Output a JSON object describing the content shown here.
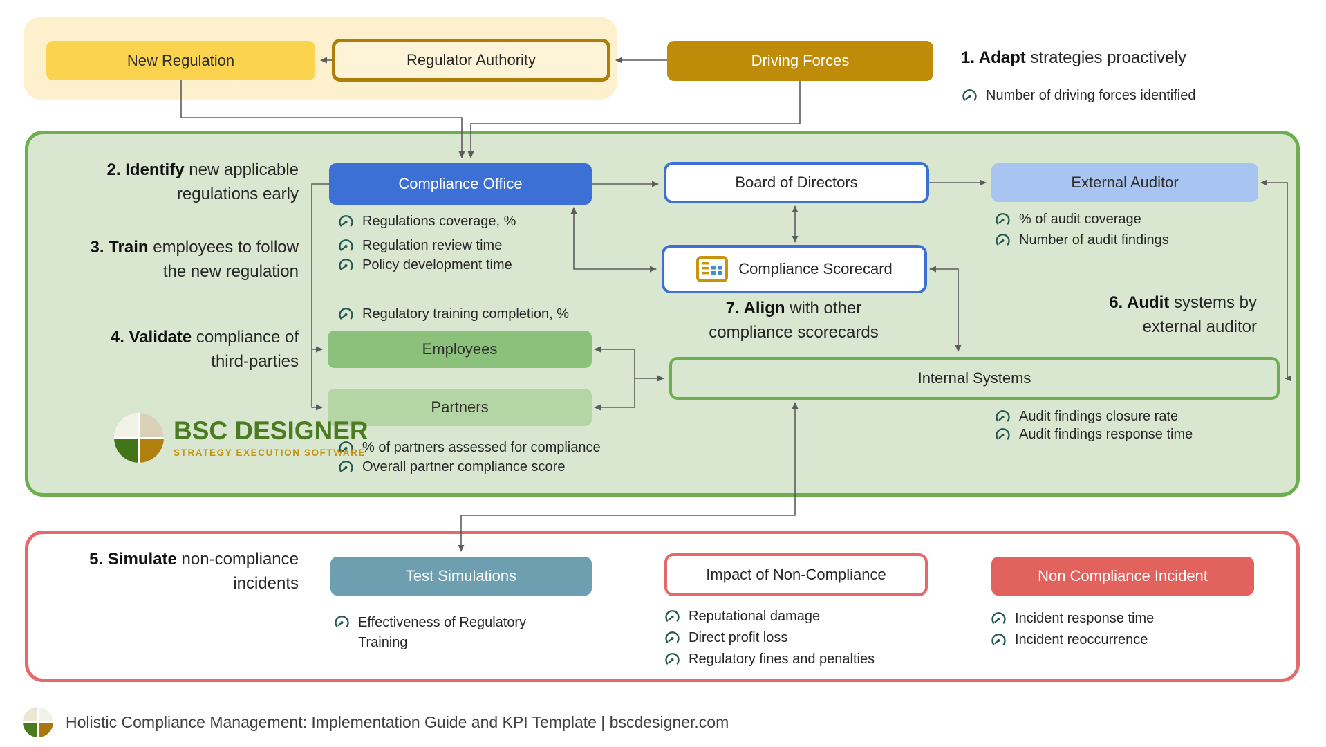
{
  "nodes": {
    "new_regulation": "New Regulation",
    "regulator_authority": "Regulator Authority",
    "driving_forces": "Driving Forces",
    "compliance_office": "Compliance Office",
    "board_of_directors": "Board of Directors",
    "external_auditor": "External Auditor",
    "compliance_scorecard": "Compliance Scorecard",
    "employees": "Employees",
    "partners": "Partners",
    "internal_systems": "Internal Systems",
    "test_simulations": "Test Simulations",
    "impact_of_non_compliance": "Impact of Non-Compliance",
    "non_compliance_incident": "Non Compliance Incident"
  },
  "steps": {
    "s1": {
      "b": "1. Adapt",
      "r": " strategies proactively"
    },
    "s2": {
      "b": "2. Identify",
      "r": " new applicable",
      "l2": "regulations early"
    },
    "s3": {
      "b": "3. Train",
      "r": " employees to follow",
      "l2": "the new regulation"
    },
    "s4": {
      "b": "4. Validate",
      "r": " compliance of",
      "l2": "third-parties"
    },
    "s5": {
      "b": "5. Simulate",
      "r": " non-compliance",
      "l2": "incidents"
    },
    "s6": {
      "b": "6. Audit",
      "r": " systems by",
      "l2": "external auditor"
    },
    "s7": {
      "b": "7. Align",
      "r": " with other",
      "l2": "compliance scorecards"
    }
  },
  "kpis": {
    "driving_forces": [
      "Number of driving forces identified"
    ],
    "compliance_office": [
      "Regulations coverage, %",
      "Regulation review time",
      "Policy development time"
    ],
    "training": "Regulatory training completion, %",
    "external_auditor": [
      "% of audit coverage",
      "Number of audit findings"
    ],
    "partners": [
      "% of partners assessed for compliance",
      "Overall partner compliance score"
    ],
    "internal_systems": [
      "Audit findings closure rate",
      "Audit findings response time"
    ],
    "test_simulations": [
      "Effectiveness of Regulatory Training"
    ],
    "impact": [
      "Reputational damage",
      "Direct profit loss",
      "Regulatory fines and penalties"
    ],
    "incident": [
      "Incident response time",
      "Incident reoccurrence"
    ]
  },
  "logo": {
    "title": "BSC DESIGNER",
    "subtitle": "STRATEGY EXECUTION SOFTWARE"
  },
  "footer": {
    "text": "Holistic Compliance Management: Implementation Guide and KPI Template | bscdesigner.com"
  },
  "colors": {
    "gold_dark": "#bf8c0a",
    "gold_border": "#ad7e08",
    "gold_light": "#fbd34f",
    "cream": "#fdf0cd",
    "blue": "#3c70d4",
    "blue_light": "#a8c4f0",
    "green_border": "#6cae50",
    "green_bg": "#d9e7d0",
    "green_mid": "#8bc17b",
    "green_soft": "#b4d5a4",
    "teal_node": "#6d9fb0",
    "red_border": "#e6696a",
    "red_fill": "#e2635d",
    "gauge_icon": "#23584f",
    "connector": "#5c5c5c"
  }
}
